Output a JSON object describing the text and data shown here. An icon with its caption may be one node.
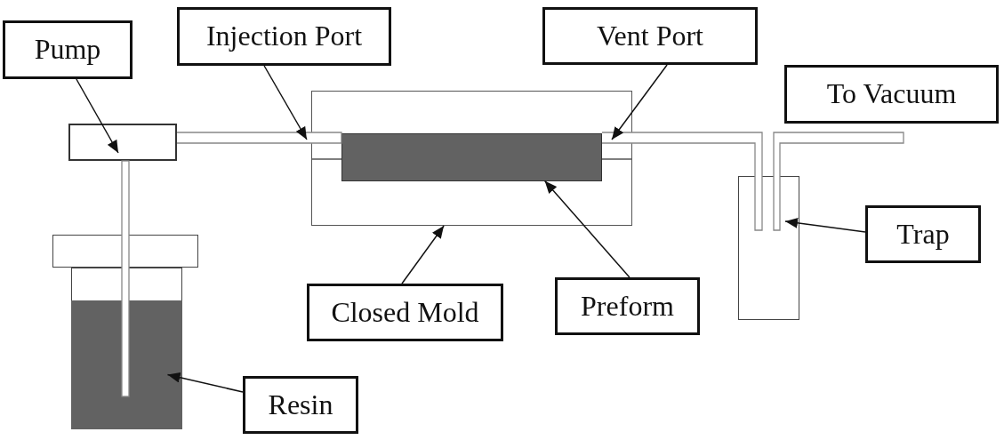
{
  "diagram": {
    "nodes": [
      {
        "text": [
          "Pump"
        ]
      },
      {
        "text": [
          "Injection Port"
        ]
      },
      {
        "text": [
          "Vent Port"
        ]
      },
      {
        "text": [
          "To Vacuum"
        ]
      },
      {
        "text": [
          "Trap"
        ]
      },
      {
        "text": [
          "Closed Mold"
        ]
      },
      {
        "text": [
          "Preform"
        ]
      },
      {
        "text": [
          "Resin"
        ]
      },
      {
        "text": [],
        "shape": "box"
      },
      {
        "text": [],
        "shape": "tube"
      },
      {
        "text": [],
        "shape": "box"
      },
      {
        "text": [],
        "shape": "box",
        "in": 10
      },
      {
        "text": [],
        "shape": "tube"
      },
      {
        "text": [],
        "shape": "tube"
      },
      {
        "text": [],
        "shape": "box"
      },
      {
        "text": [],
        "shape": "tube"
      },
      {
        "text": [],
        "shape": "box"
      },
      {
        "text": [],
        "shape": "box"
      },
      {
        "text": [],
        "shape": "box",
        "in": 17
      }
    ],
    "edges": [
      {
        "from": 0,
        "to": 8,
        "arrow": "to"
      },
      {
        "from": 1,
        "to": 9,
        "arrow": "to"
      },
      {
        "from": 2,
        "to": 12,
        "arrow": "to"
      },
      {
        "from": 4,
        "to": 14,
        "arrow": "to"
      },
      {
        "from": 5,
        "to": 10,
        "arrow": "to"
      },
      {
        "from": 6,
        "to": 11,
        "arrow": "to"
      },
      {
        "from": 7,
        "to": 18,
        "arrow": "to"
      }
    ]
  }
}
